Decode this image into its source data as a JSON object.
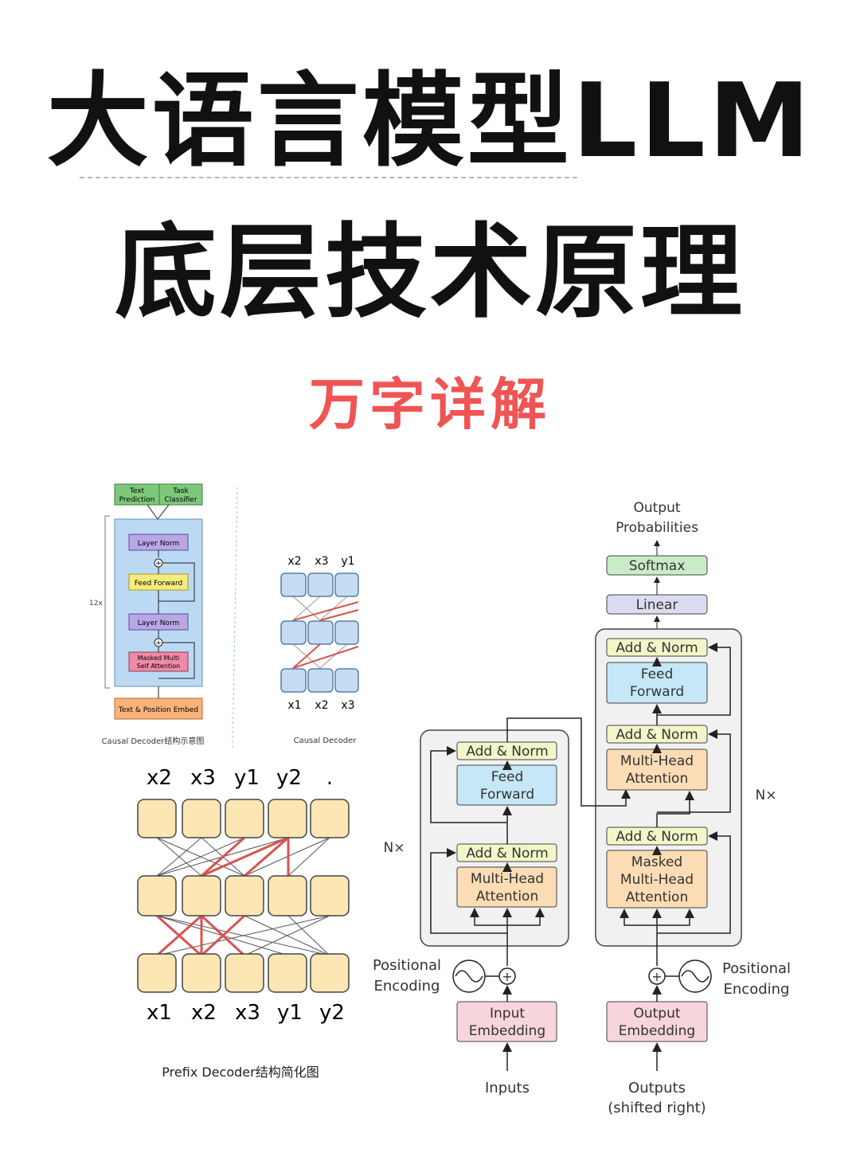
{
  "title_line1": "大语言模型LLM",
  "title_line2": "底层技术原理",
  "subtitle": "万字详解",
  "causal_decoder_1": {
    "text_prediction": [
      "Text",
      "Prediction"
    ],
    "task_classifier": [
      "Task",
      "Classifier"
    ],
    "layer_norm_top": "Layer Norm",
    "feed_forward": "Feed Forward",
    "layer_norm_bottom": "Layer Norm",
    "masked_attention": [
      "Masked Multi",
      "Self Attention"
    ],
    "embed": "Text & Position Embed",
    "repeat": "12x",
    "caption": "Causal Decoder结构示意图"
  },
  "causal_decoder_2": {
    "top_labels": [
      "x2",
      "x3",
      "y1"
    ],
    "bottom_labels": [
      "x1",
      "x2",
      "x3"
    ],
    "caption": "Causal Decoder"
  },
  "prefix_decoder": {
    "top_labels": [
      "x2",
      "x3",
      "y1",
      "y2",
      "."
    ],
    "bottom_labels": [
      "x1",
      "x2",
      "x3",
      "y1",
      "y2"
    ],
    "caption": "Prefix Decoder结构简化图"
  },
  "transformer": {
    "output_probabilities": [
      "Output",
      "Probabilities"
    ],
    "softmax": "Softmax",
    "linear": "Linear",
    "add_norm": "Add & Norm",
    "feed_forward": [
      "Feed",
      "Forward"
    ],
    "multi_head_attention": [
      "Multi-Head",
      "Attention"
    ],
    "masked_multi_head_attention": [
      "Masked",
      "Multi-Head",
      "Attention"
    ],
    "encoder_repeat": "N×",
    "decoder_repeat": "N×",
    "positional_encoding": [
      "Positional",
      "Encoding"
    ],
    "input_embedding": [
      "Input",
      "Embedding"
    ],
    "output_embedding": [
      "Output",
      "Embedding"
    ],
    "inputs": "Inputs",
    "outputs": [
      "Outputs",
      "(shifted right)"
    ]
  },
  "colors": {
    "subtitle": "#f05454",
    "add_norm": "#f2f6c8",
    "feed_forward": "#c6e7f7",
    "attention": "#fbdcb4",
    "embedding": "#f7d5dc",
    "softmax": "#c9ebc7",
    "linear": "#dcdcf0",
    "cell": "#fbe6b4",
    "highlight": "#d9534f"
  }
}
